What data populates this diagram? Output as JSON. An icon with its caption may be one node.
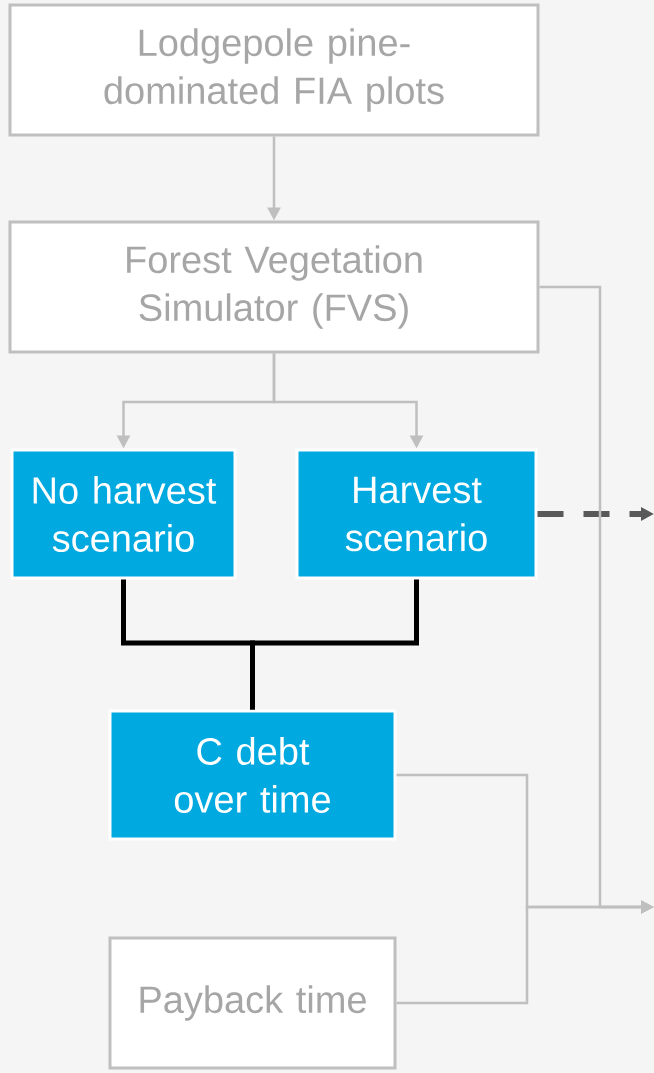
{
  "diagram": {
    "nodes": [
      {
        "text": [
          "Lodgepole pine-dominated FIA plots"
        ]
      },
      {
        "text": [
          "Forest Vegetation Simulator (FVS)"
        ]
      },
      {
        "text": [
          "No harvest scenario"
        ]
      },
      {
        "text": [
          "Harvest scenario"
        ]
      },
      {
        "text": [
          "C debt over time"
        ]
      },
      {
        "text": [
          "Payback time"
        ]
      }
    ],
    "edges": [
      {
        "from": 0,
        "to": 1,
        "arrow": "to"
      },
      {
        "from": 1,
        "to": 2,
        "arrow": "to"
      },
      {
        "from": 1,
        "to": 3,
        "arrow": "to"
      },
      {
        "from": 2,
        "to": 4,
        "arrow": "none",
        "style": "thick",
        "color": "#000000"
      },
      {
        "from": 3,
        "to": 4,
        "arrow": "none",
        "style": "thick",
        "color": "#000000"
      },
      {
        "from": 3,
        "to": null,
        "arrow": "to",
        "style": "dashed",
        "color": "#595959"
      },
      {
        "from": 1,
        "to": null,
        "arrow": "to"
      },
      {
        "from": 4,
        "to": null,
        "arrow": "to"
      },
      {
        "from": 5,
        "to": null,
        "arrow": "to"
      }
    ]
  }
}
